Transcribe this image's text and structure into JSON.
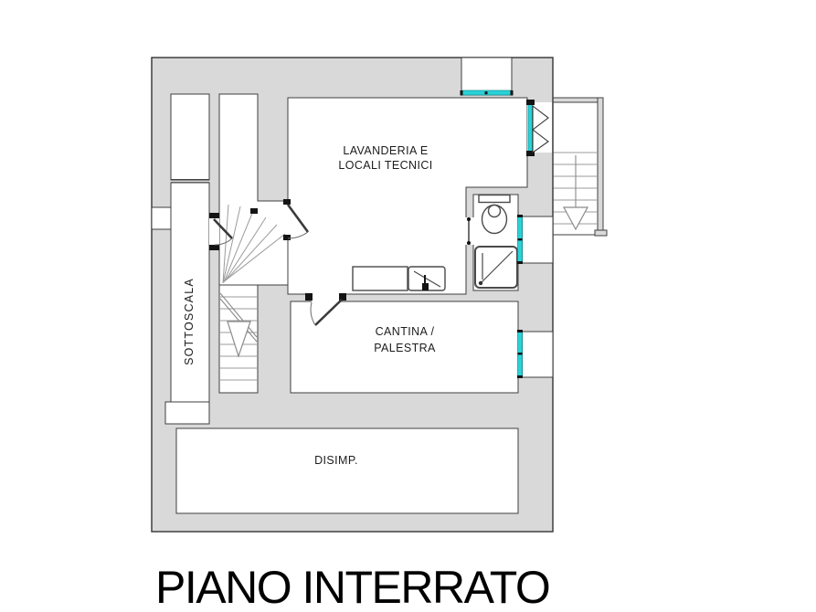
{
  "title": "PIANO INTERRATO",
  "colors": {
    "paper": "#ffffff",
    "wall": "#d9d9d9",
    "line": "#3f3f3f",
    "glass": "#2ad2d8"
  },
  "rooms": {
    "lavanderia": {
      "line1": "LAVANDERIA E",
      "line2": "LOCALI TECNICI"
    },
    "sottoscala": {
      "label": "SOTTOSCALA"
    },
    "cantina": {
      "line1": "CANTINA /",
      "line2": "PALESTRA"
    },
    "disimp": {
      "label": "DISIMP."
    }
  }
}
